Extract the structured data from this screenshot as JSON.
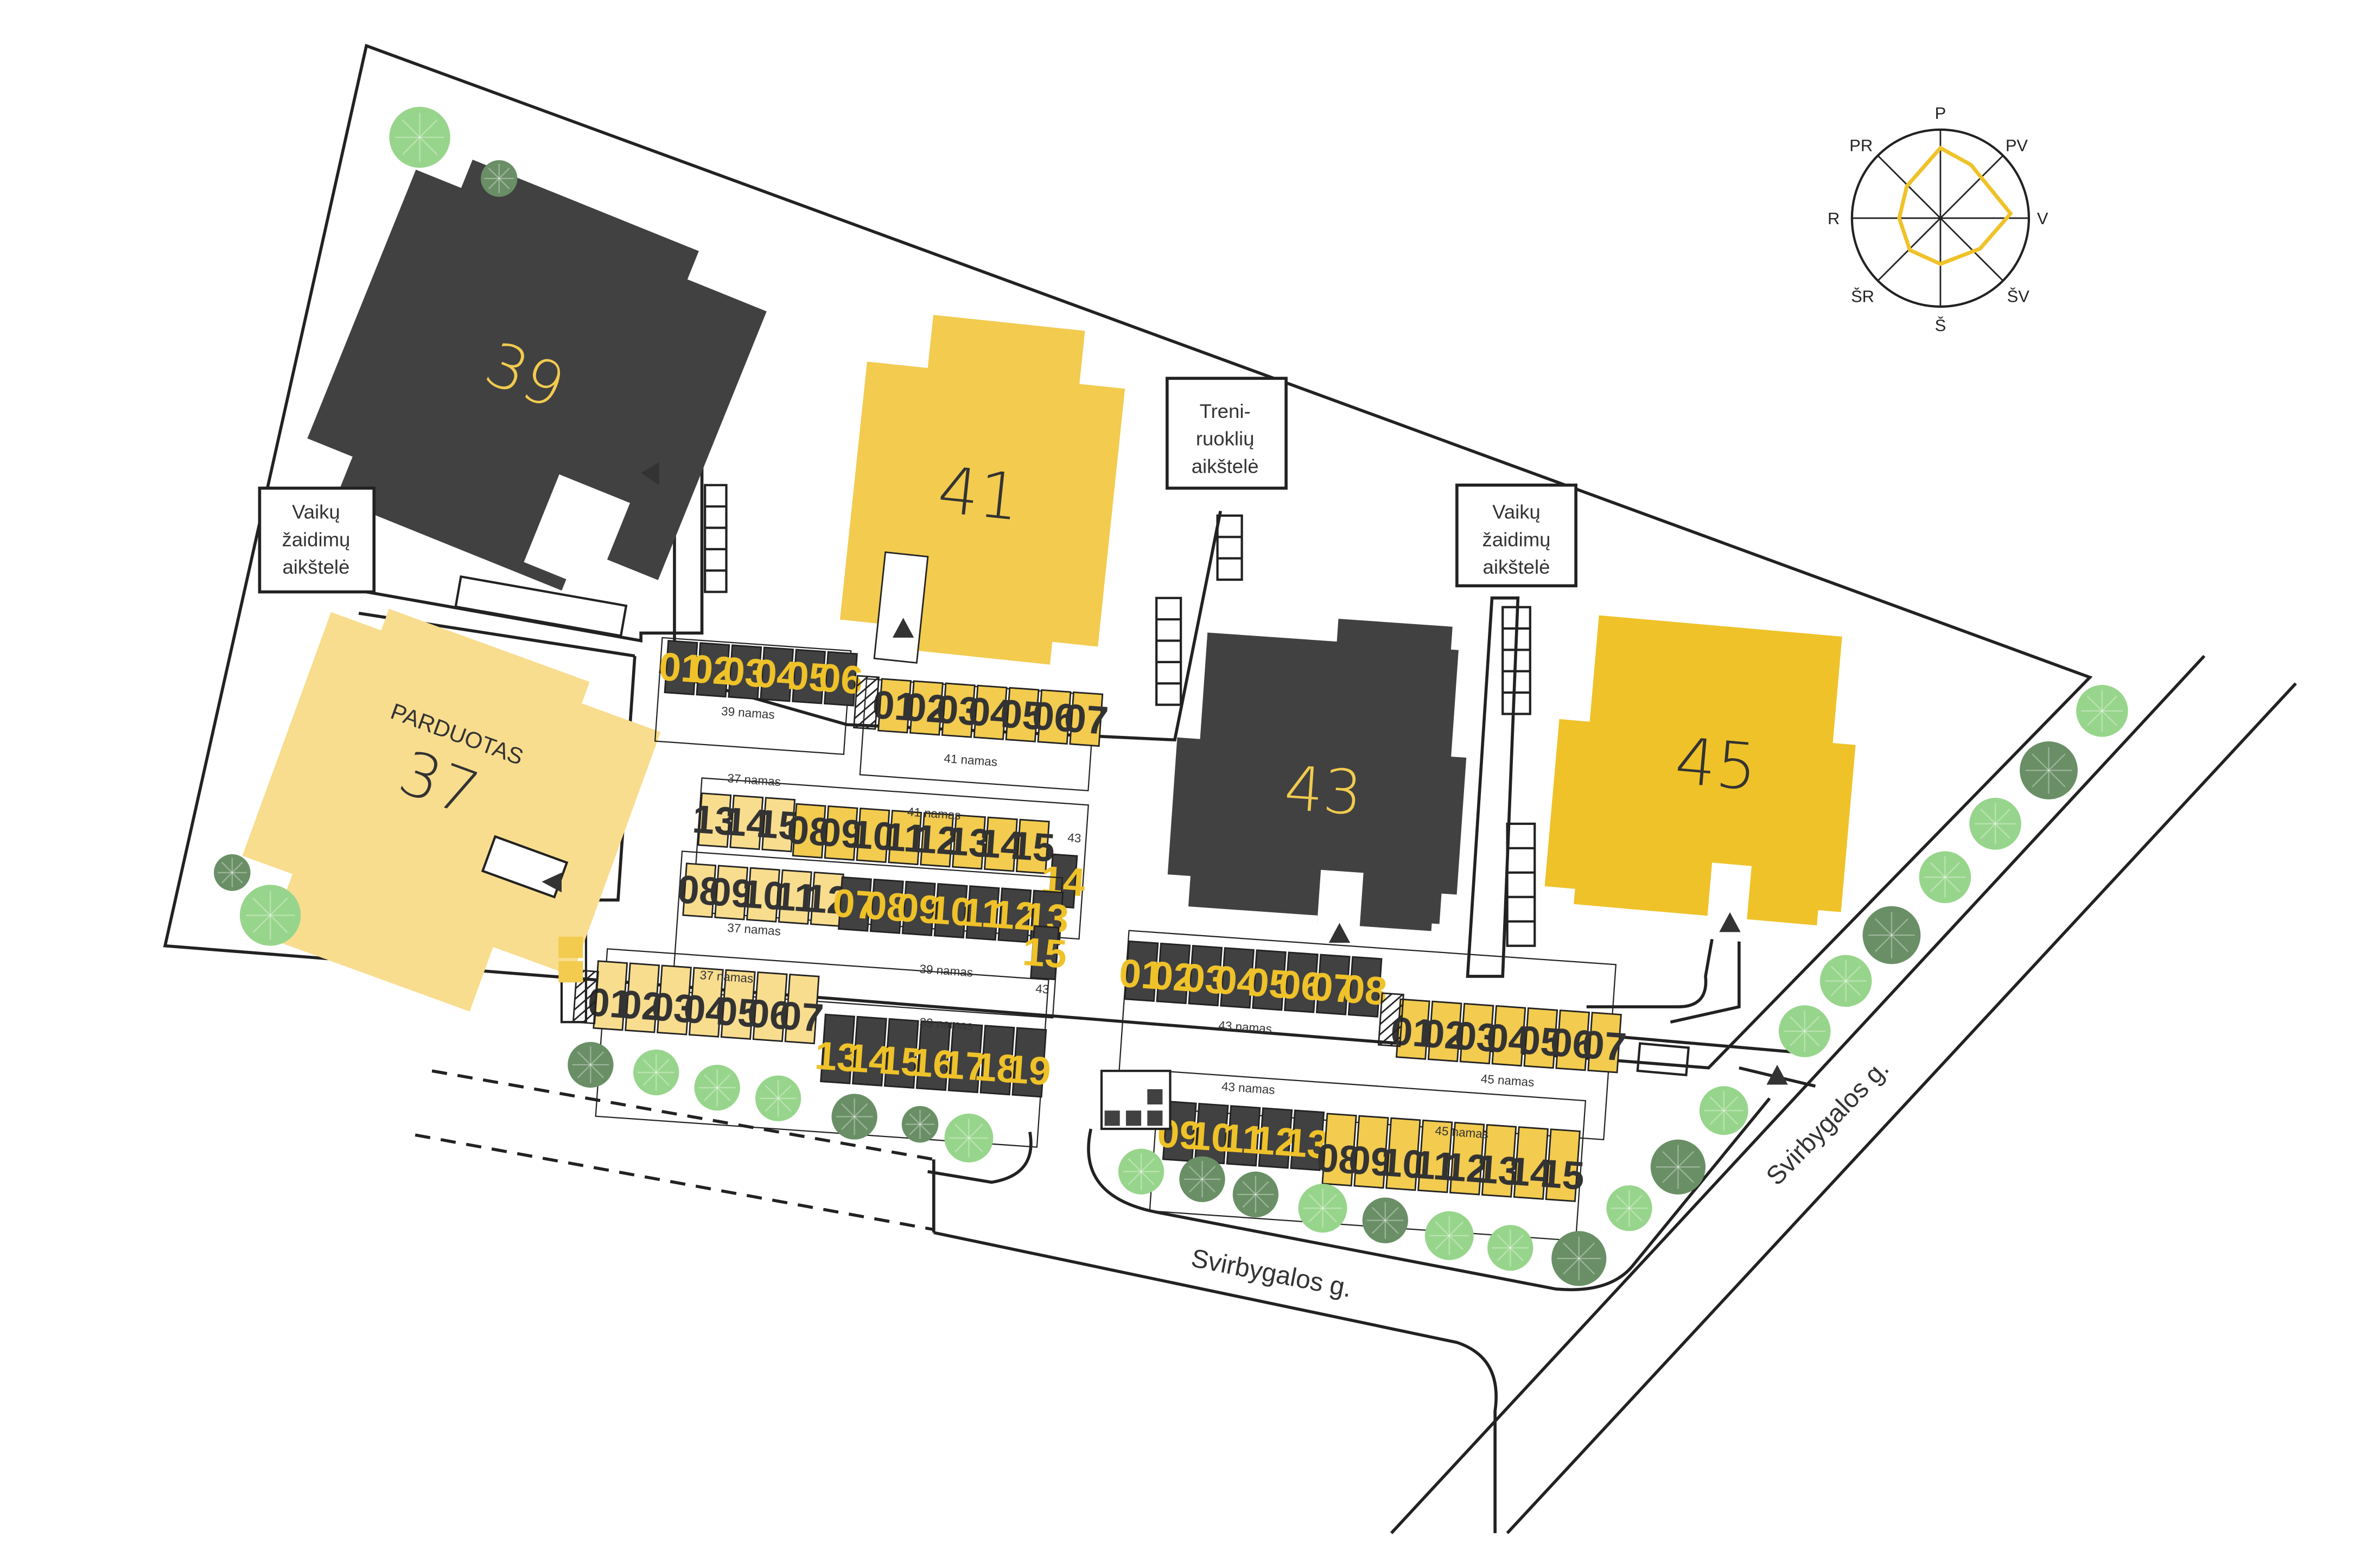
{
  "colors": {
    "dark": "#414141",
    "yellow": "#f2cb4f",
    "yellow_strong": "#efc229",
    "light_yellow": "#f8dd8f",
    "tree_light": "#98d58c",
    "tree_dark": "#6a8f66",
    "line": "#222222"
  },
  "buildings": {
    "b39": "39",
    "b41": "41",
    "b43": "43",
    "b45": "45",
    "b37": "37",
    "sold": "PARDUOTAS"
  },
  "facilities": {
    "playground": [
      "Vaikų",
      "žaidimų",
      "aikštelė"
    ],
    "gym": [
      "Treni-",
      "ruoklių",
      "aikštelė"
    ]
  },
  "streets": {
    "bottom": "Svirbygalos g.",
    "right": "Svirbygalos g."
  },
  "compass": {
    "n": "P",
    "ne": "PV",
    "e": "V",
    "se": "ŠV",
    "s": "Š",
    "sw": "ŠR",
    "w": "R",
    "nw": "PR"
  },
  "parking_groups": {
    "g39": "39 namas",
    "g41": "41 namas",
    "g37": "37 namas",
    "g43": "43 namas",
    "g45": "45 namas",
    "n43": "43"
  },
  "parking": {
    "row1a": [
      "01",
      "02",
      "03",
      "04",
      "05",
      "06"
    ],
    "row1b": [
      "01",
      "02",
      "03",
      "04",
      "05",
      "06",
      "07"
    ],
    "row2a": [
      "13",
      "14",
      "15"
    ],
    "row2b": [
      "08",
      "09",
      "10",
      "11",
      "12",
      "13",
      "14",
      "15"
    ],
    "row2c": [
      "14"
    ],
    "row3a": [
      "08",
      "09",
      "10",
      "11",
      "12"
    ],
    "row3b": [
      "07",
      "08",
      "09",
      "10",
      "11",
      "12",
      "13"
    ],
    "row3c": [
      "15"
    ],
    "row4a": [
      "01",
      "02",
      "03",
      "04",
      "05",
      "06",
      "07"
    ],
    "row4b": [
      "13",
      "14",
      "15",
      "16",
      "17",
      "18",
      "19"
    ],
    "row5a": [
      "01",
      "02",
      "03",
      "04",
      "05",
      "06",
      "07",
      "08"
    ],
    "row5b": [
      "01",
      "02",
      "03",
      "04",
      "05",
      "06",
      "07"
    ],
    "row6a": [
      "09",
      "10",
      "11",
      "12",
      "13"
    ],
    "row6b": [
      "08",
      "09",
      "10",
      "11",
      "12",
      "13",
      "14",
      "15"
    ]
  }
}
